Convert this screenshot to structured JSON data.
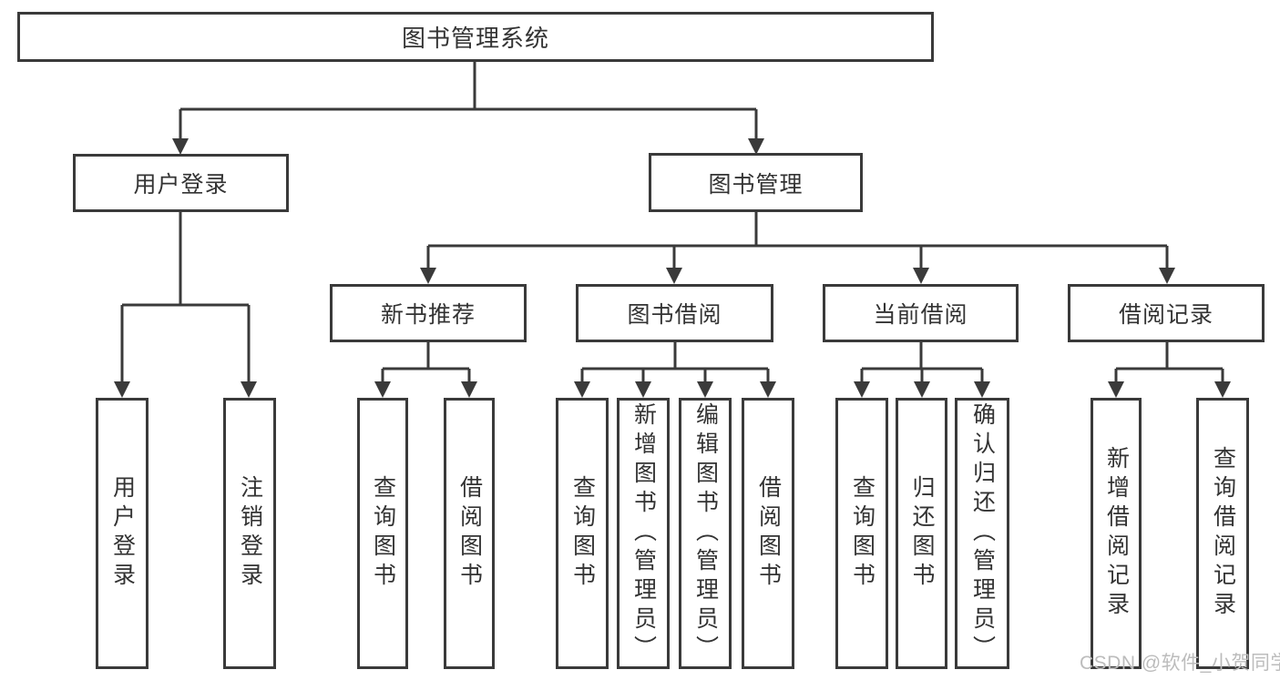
{
  "diagram": {
    "root": {
      "label": "图书管理系统"
    },
    "level2": {
      "user_login": {
        "label": "用户登录"
      },
      "book_management": {
        "label": "图书管理"
      }
    },
    "level3": {
      "new_book_recommend": {
        "label": "新书推荐"
      },
      "book_borrowing": {
        "label": "图书借阅"
      },
      "current_borrowing": {
        "label": "当前借阅"
      },
      "borrowing_records": {
        "label": "借阅记录"
      }
    },
    "leaves": {
      "user_login": {
        "label": "用户登录"
      },
      "logout": {
        "label": "注销登录"
      },
      "nb_query_books": {
        "label": "查询图书"
      },
      "nb_borrow_books": {
        "label": "借阅图书"
      },
      "bb_query_books": {
        "label": "查询图书"
      },
      "bb_add_books": {
        "label": "新增图书（管理员）"
      },
      "bb_edit_books": {
        "label": "编辑图书（管理员）"
      },
      "bb_borrow_books": {
        "label": "借阅图书"
      },
      "cb_query_books": {
        "label": "查询图书"
      },
      "cb_return_books": {
        "label": "归还图书"
      },
      "cb_confirm_return": {
        "label": "确认归还（管理员）"
      },
      "br_add_record": {
        "label": "新增借阅记录"
      },
      "br_query_record": {
        "label": "查询借阅记录"
      }
    }
  },
  "watermark": {
    "text": "CSDN @软件_小贺同学"
  },
  "colors": {
    "line": "#3a3a3a",
    "text": "#333333",
    "watermark": "#bcbcbc",
    "background": "#ffffff"
  }
}
